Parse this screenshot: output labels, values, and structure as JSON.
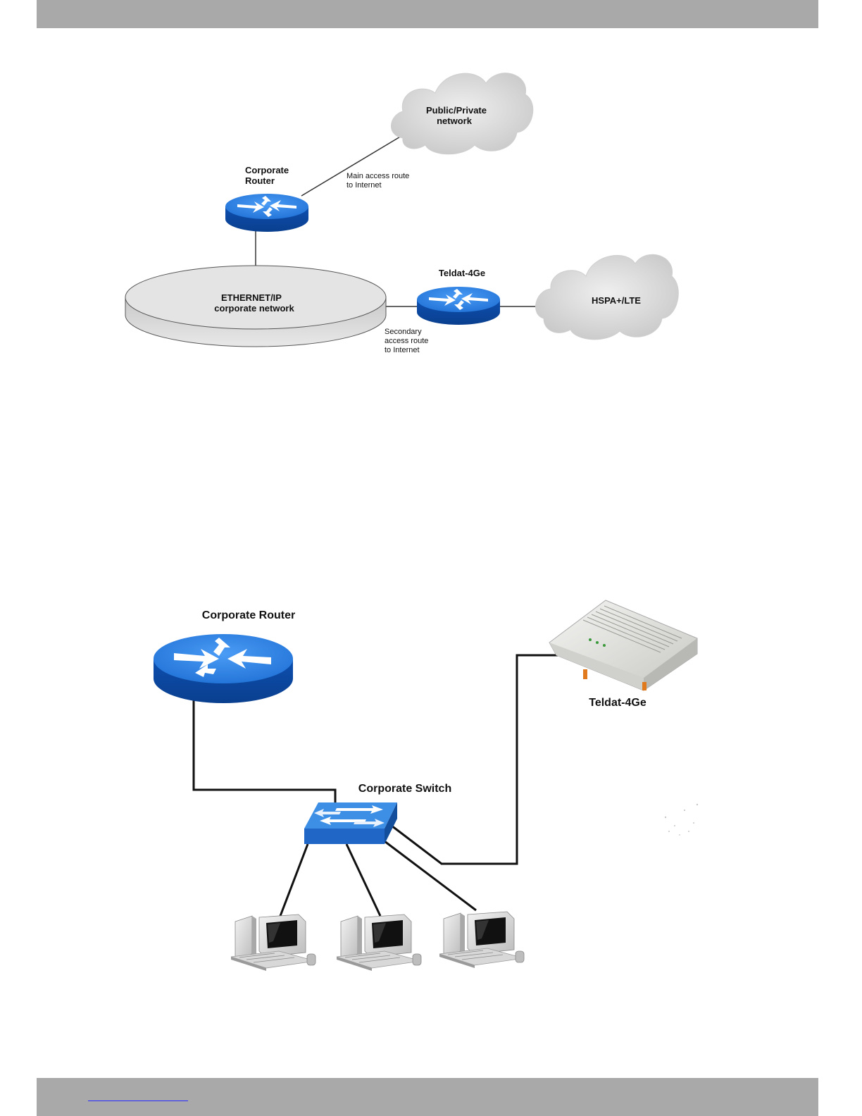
{
  "header": {},
  "footer": {
    "link_text": ""
  },
  "diagram1": {
    "cloud_public": {
      "line1": "Public/Private",
      "line2": "network"
    },
    "corporate_router": {
      "line1": "Corporate",
      "line2": "Router"
    },
    "main_route": {
      "line1": "Main access route",
      "line2": "to Internet"
    },
    "ethernet": {
      "line1": "ETHERNET/IP",
      "line2": "corporate network"
    },
    "teldat": {
      "label": "Teldat-4Ge"
    },
    "hspa": {
      "label": "HSPA+/LTE"
    },
    "secondary_route": {
      "line1": "Secondary",
      "line2": "access route",
      "line3": "to Internet"
    }
  },
  "diagram2": {
    "corporate_router": {
      "label": "Corporate Router"
    },
    "teldat": {
      "label": "Teldat-4Ge"
    },
    "corporate_switch": {
      "label": "Corporate Switch"
    },
    "pcs": [
      {},
      {},
      {}
    ]
  },
  "colors": {
    "router_blue": "#1f6fd6",
    "band_gray": "#a9a9a9",
    "cloud_gray": "#d9d9d9"
  },
  "icons": [
    "router-icon",
    "cloud-icon",
    "switch-icon",
    "modem-icon",
    "desktop-pc-icon"
  ]
}
